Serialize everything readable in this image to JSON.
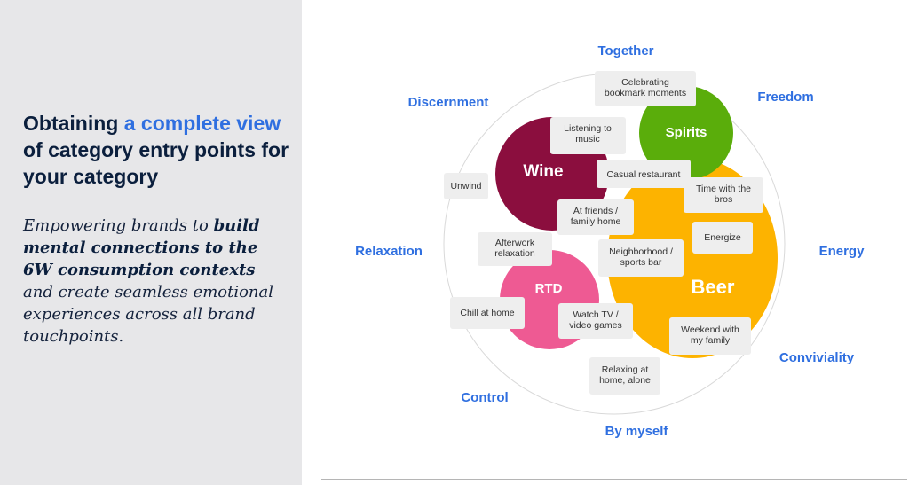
{
  "headline": {
    "part1": "Obtaining ",
    "accent": "a complete view",
    "part2": " of category entry points for your category"
  },
  "subtext": {
    "part1": "Empowering brands to ",
    "bold": "build mental connections to the 6W consumption contexts",
    "part2": " and create seamless emotional experiences across all brand touchpoints."
  },
  "diagram": {
    "dimensions": [
      "Together",
      "Freedom",
      "Energy",
      "Conviviality",
      "By myself",
      "Control",
      "Relaxation",
      "Discernment"
    ],
    "categories": [
      {
        "name": "Wine",
        "color": "#8b0e3e"
      },
      {
        "name": "Spirits",
        "color": "#5aad0b"
      },
      {
        "name": "Beer",
        "color": "#fdb300"
      },
      {
        "name": "RTD",
        "color": "#ee5a93"
      }
    ],
    "occasions": [
      [
        "Celebrating",
        "bookmark moments"
      ],
      [
        "Listening to",
        "music"
      ],
      [
        "Casual restaurant"
      ],
      [
        "Unwind"
      ],
      [
        "Time with the",
        "bros"
      ],
      [
        "At friends /",
        "family home"
      ],
      [
        "Energize"
      ],
      [
        "Afterwork",
        "relaxation"
      ],
      [
        "Neighborhood /",
        "sports bar"
      ],
      [
        "Chill at home"
      ],
      [
        "Watch TV /",
        "video games"
      ],
      [
        "Weekend with",
        "my family"
      ],
      [
        "Relaxing at",
        "home, alone"
      ]
    ]
  }
}
